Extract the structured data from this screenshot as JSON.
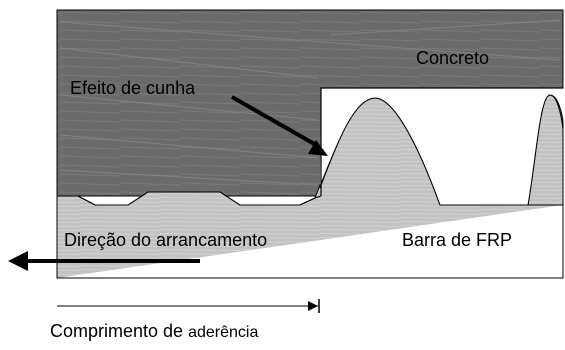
{
  "labels": {
    "concrete": "Concreto",
    "wedge_effect": "Efeito de cunha",
    "pullout_direction": "Direção do arrancamento",
    "bar": "Barra de FRP",
    "bond_length_main": "Comprimento de ",
    "bond_length_tail": "aderência"
  },
  "colors": {
    "concrete_fill": "#6b6b6b",
    "bar_fill": "#c4c4c4",
    "outline": "#000000",
    "cavity_fill": "#ffffff"
  }
}
